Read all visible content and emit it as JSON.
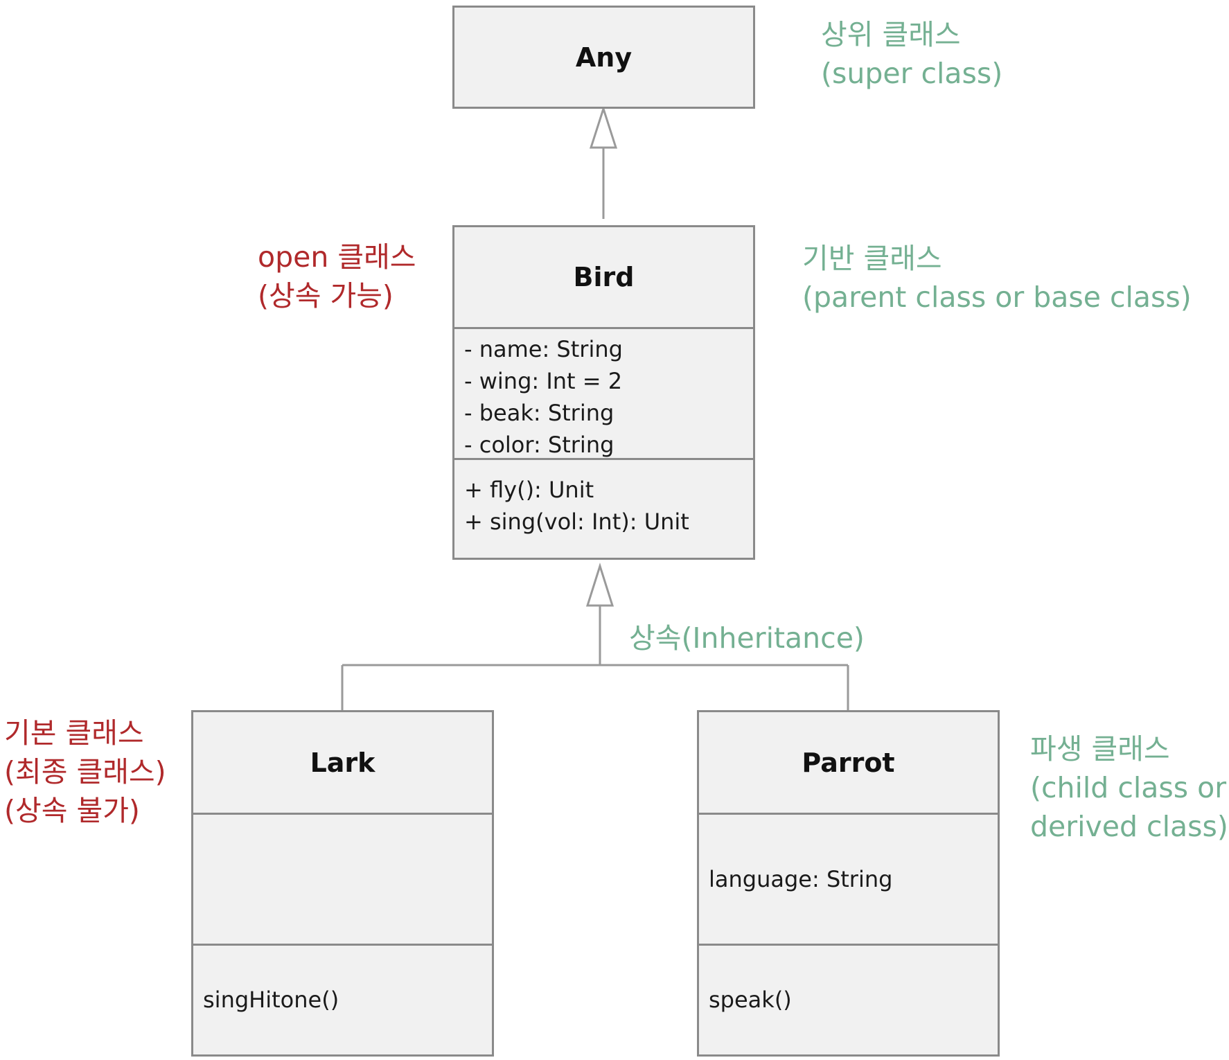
{
  "classes": {
    "any": {
      "name": "Any"
    },
    "bird": {
      "name": "Bird",
      "attributes": [
        "- name: String",
        "- wing: Int = 2",
        "- beak: String",
        "- color: String"
      ],
      "methods": [
        "+ fly(): Unit",
        "+ sing(vol: Int): Unit"
      ]
    },
    "lark": {
      "name": "Lark",
      "attributes": [],
      "methods": [
        "singHitone()"
      ]
    },
    "parrot": {
      "name": "Parrot",
      "attributes": [
        "language: String"
      ],
      "methods": [
        "speak()"
      ]
    }
  },
  "notes": {
    "superclass": [
      "상위 클래스",
      "(super class)"
    ],
    "open_class": [
      "open 클래스",
      "(상속 가능)"
    ],
    "base_class": [
      "기반 클래스",
      "(parent class or base class)"
    ],
    "inheritance": "상속(Inheritance)",
    "final_class": [
      "기본 클래스",
      "(최종 클래스)",
      "(상속 불가)"
    ],
    "derived_class": [
      "파생 클래스",
      "(child class or",
      "derived class)"
    ]
  },
  "colors": {
    "note_green": "#74b092",
    "note_red": "#b0292b",
    "box_fill": "#f1f1f1",
    "box_border": "#8a8a8a"
  }
}
